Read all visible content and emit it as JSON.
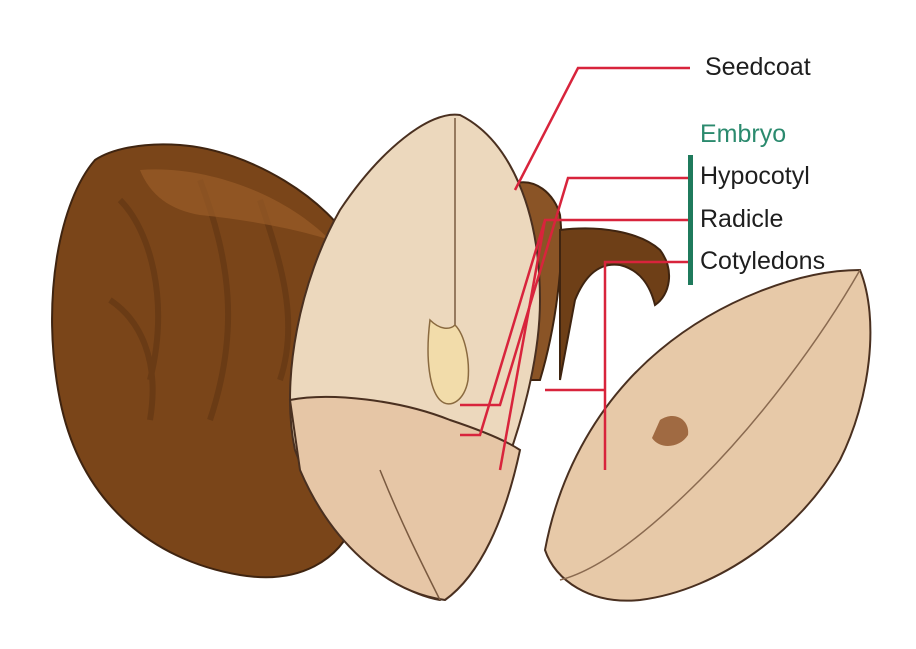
{
  "labels": {
    "seedcoat": "Seedcoat",
    "embryo": "Embryo",
    "hypocotyl": "Hypocotyl",
    "radicle": "Radicle",
    "cotyledons": "Cotyledons"
  },
  "colors": {
    "seedcoat_dark": "#6e3f17",
    "seedcoat_mid": "#8a5426",
    "cotyledon_light": "#ecd8bd",
    "cotyledon_cut": "#e6c6a6",
    "embryo_tip": "#f2dcaa",
    "leader_line": "#d8243c",
    "embryo_bracket": "#1f7a5c",
    "embryo_text": "#2b8a6e",
    "outline": "#4a3020"
  }
}
